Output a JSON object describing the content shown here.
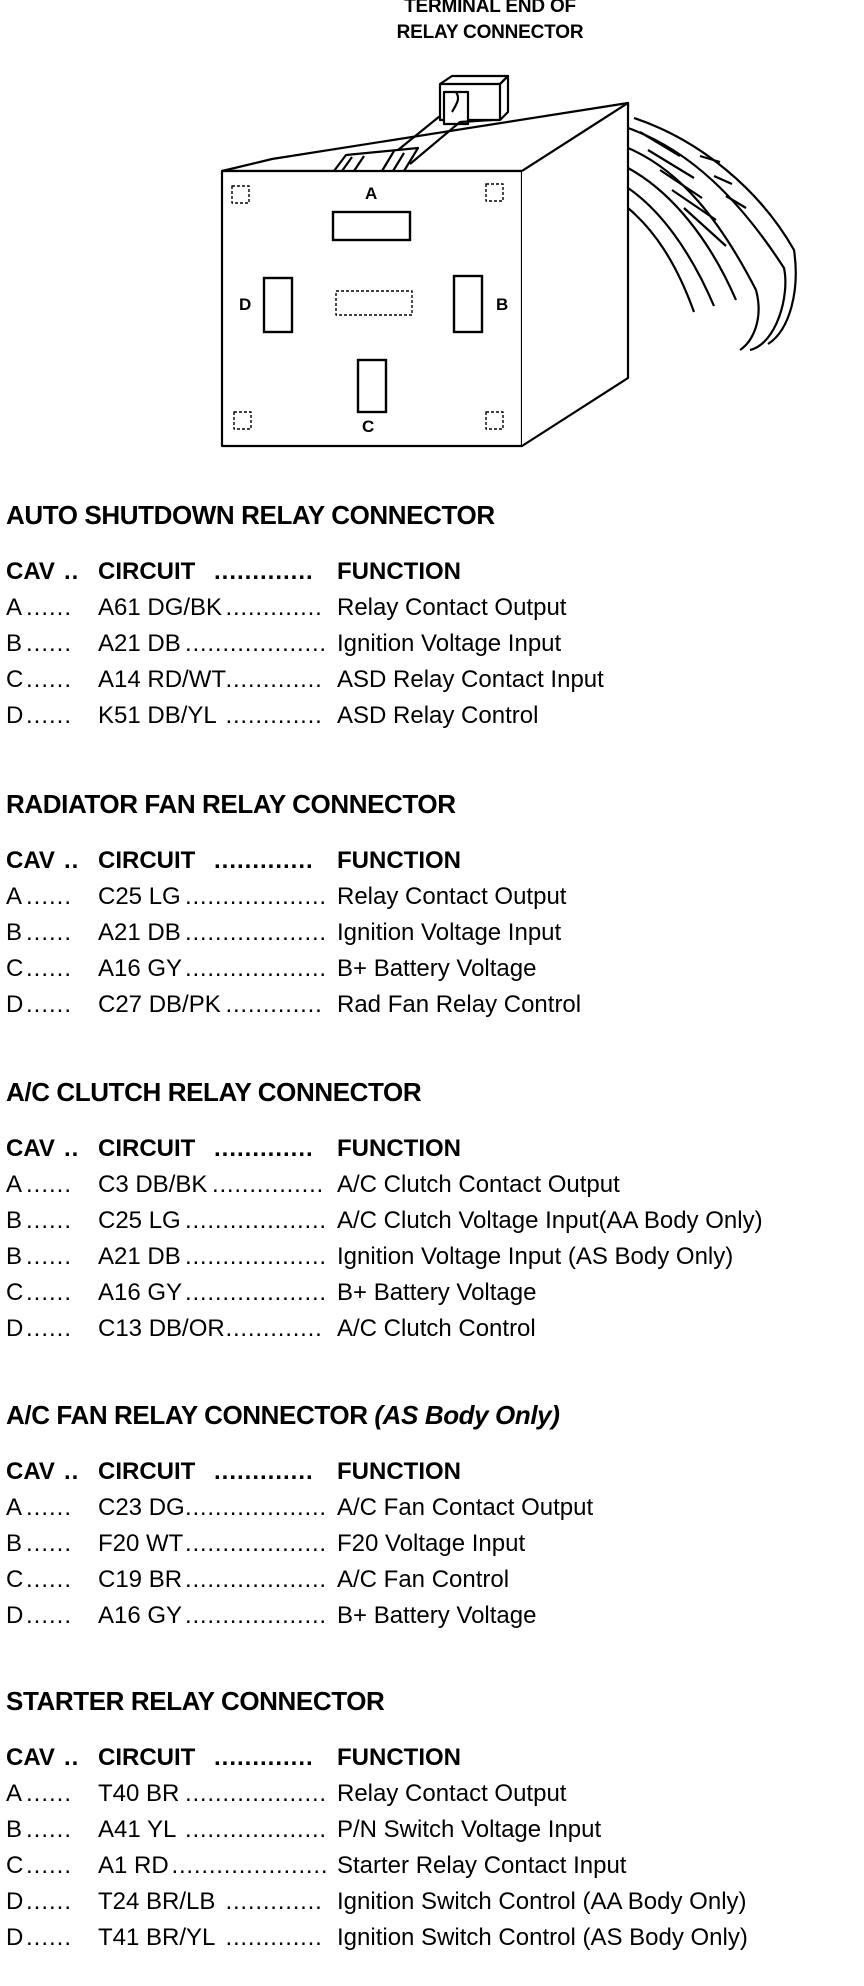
{
  "diagram": {
    "title_line1": "TERMINAL END OF",
    "title_line2": "RELAY CONNECTOR",
    "cavity_labels": {
      "A": "A",
      "B": "B",
      "C": "C",
      "D": "D"
    }
  },
  "header_labels": {
    "cav": "CAV",
    "circuit": "CIRCUIT",
    "function": "FUNCTION"
  },
  "sections": [
    {
      "title": "AUTO SHUTDOWN RELAY CONNECTOR",
      "rows": [
        {
          "cav": "A",
          "circuit": "A61 DG/BK",
          "function": "Relay Contact Output"
        },
        {
          "cav": "B",
          "circuit": "A21 DB",
          "function": "Ignition Voltage Input"
        },
        {
          "cav": "C",
          "circuit": "A14 RD/WT",
          "function": "ASD Relay Contact Input"
        },
        {
          "cav": "D",
          "circuit": "K51 DB/YL",
          "function": "ASD Relay Control"
        }
      ]
    },
    {
      "title": "RADIATOR FAN RELAY CONNECTOR",
      "rows": [
        {
          "cav": "A",
          "circuit": "C25 LG",
          "function": "Relay Contact Output"
        },
        {
          "cav": "B",
          "circuit": "A21 DB",
          "function": "Ignition Voltage Input"
        },
        {
          "cav": "C",
          "circuit": "A16 GY",
          "function": "B+ Battery Voltage"
        },
        {
          "cav": "D",
          "circuit": "C27 DB/PK",
          "function": "Rad Fan Relay Control"
        }
      ]
    },
    {
      "title": "A/C CLUTCH RELAY CONNECTOR",
      "rows": [
        {
          "cav": "A",
          "circuit": "C3 DB/BK",
          "function": "A/C Clutch Contact Output"
        },
        {
          "cav": "B",
          "circuit": "C25 LG",
          "function": "A/C Clutch Voltage Input(AA Body Only)"
        },
        {
          "cav": "B",
          "circuit": "A21 DB",
          "function": "Ignition Voltage Input (AS Body Only)"
        },
        {
          "cav": "C",
          "circuit": "A16 GY",
          "function": "B+ Battery Voltage"
        },
        {
          "cav": "D",
          "circuit": "C13 DB/OR",
          "function": "A/C Clutch Control"
        }
      ]
    },
    {
      "title": "A/C FAN RELAY CONNECTOR",
      "subtitle": "(AS Body Only)",
      "rows": [
        {
          "cav": "A",
          "circuit": "C23 DG",
          "function": "A/C Fan Contact Output"
        },
        {
          "cav": "B",
          "circuit": "F20 WT",
          "function": "F20 Voltage Input"
        },
        {
          "cav": "C",
          "circuit": "C19 BR",
          "function": "A/C Fan Control"
        },
        {
          "cav": "D",
          "circuit": "A16 GY",
          "function": "B+ Battery Voltage"
        }
      ]
    },
    {
      "title": "STARTER RELAY CONNECTOR",
      "rows": [
        {
          "cav": "A",
          "circuit": "T40 BR",
          "function": "Relay Contact Output"
        },
        {
          "cav": "B",
          "circuit": "A41 YL",
          "function": "P/N Switch Voltage Input"
        },
        {
          "cav": "C",
          "circuit": "A1 RD",
          "function": "Starter Relay Contact Input"
        },
        {
          "cav": "D",
          "circuit": "T24 BR/LB",
          "function": "Ignition Switch Control (AA Body Only)"
        },
        {
          "cav": "D",
          "circuit": "T41 BR/YL",
          "function": "Ignition Switch Control (AS Body Only)"
        }
      ]
    }
  ]
}
